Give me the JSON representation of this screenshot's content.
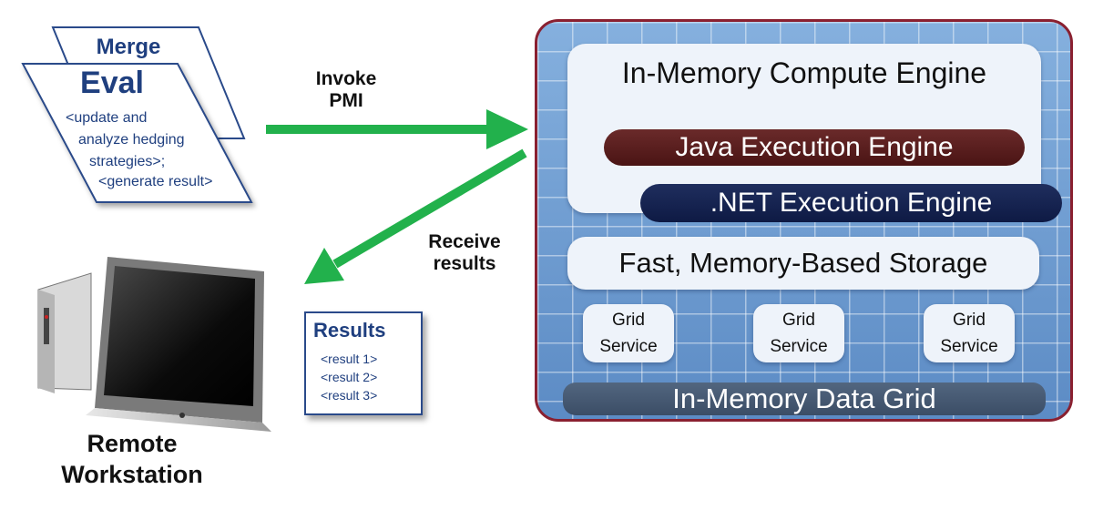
{
  "cards": {
    "merge_title": "Merge",
    "eval_title": "Eval",
    "eval_lines": [
      "<update and",
      "analyze hedging",
      "strategies>;",
      "<generate result>"
    ]
  },
  "arrows": {
    "invoke_line1": "Invoke",
    "invoke_line2": "PMI",
    "receive_line1": "Receive",
    "receive_line2": "results",
    "color": "#22b14c"
  },
  "results": {
    "title": "Results",
    "items": [
      "<result 1>",
      "<result 2>",
      "<result 3>"
    ]
  },
  "workstation": {
    "line1": "Remote",
    "line2": "Workstation"
  },
  "grid": {
    "compute_title": "In-Memory Compute Engine",
    "java_engine": "Java Execution Engine",
    "net_engine": ".NET Execution Engine",
    "storage": "Fast, Memory-Based Storage",
    "services": [
      {
        "line1": "Grid",
        "line2": "Service"
      },
      {
        "line1": "Grid",
        "line2": "Service"
      },
      {
        "line1": "Grid",
        "line2": "Service"
      }
    ],
    "data_grid": "In-Memory Data Grid",
    "border_color": "#8a2030"
  }
}
